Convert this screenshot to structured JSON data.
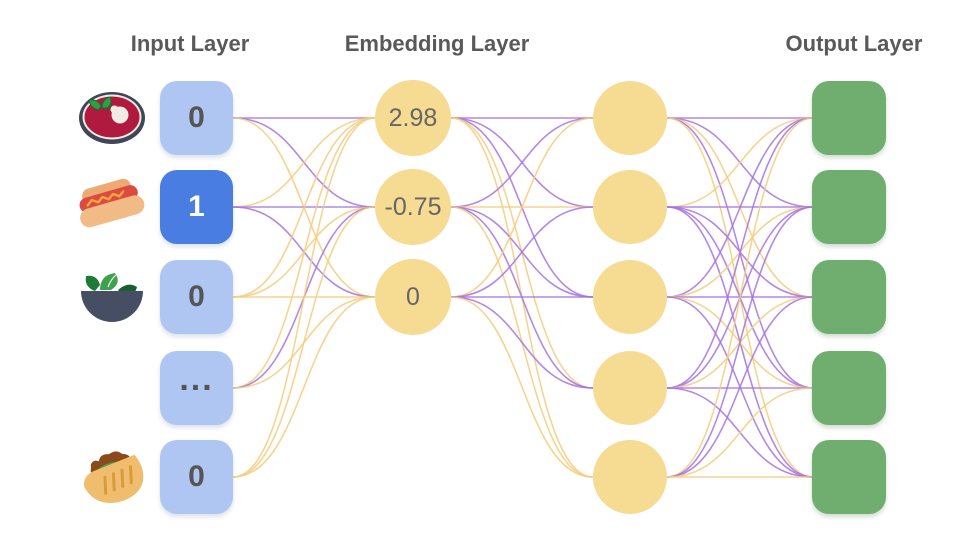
{
  "titles": {
    "input": "Input Layer",
    "embedding": "Embedding Layer",
    "output": "Output Layer"
  },
  "colors": {
    "edge_purple": "#a673e2",
    "edge_gold": "#f5cd7c",
    "input_box": "#aec6f1",
    "input_box_active": "#4a7de2",
    "node_yellow": "#f6db93",
    "output_green": "#6fae6f",
    "title_text": "#595959",
    "value_text": "#555555",
    "active_value_text": "#ffffff",
    "embedding_value_text": "#666666"
  },
  "input_layer": {
    "nodes": [
      {
        "value": "0",
        "icon": "borscht-soup",
        "active": false
      },
      {
        "value": "1",
        "icon": "hot-dog",
        "active": true
      },
      {
        "value": "0",
        "icon": "green-salad",
        "active": false
      },
      {
        "value": "...",
        "icon": "none",
        "active": false
      },
      {
        "value": "0",
        "icon": "stuffed-flatbread",
        "active": false
      }
    ]
  },
  "embedding_layer": {
    "nodes": [
      {
        "value": "2.98"
      },
      {
        "value": "-0.75"
      },
      {
        "value": "0"
      }
    ]
  },
  "hidden_layer": {
    "node_count": 5
  },
  "output_layer": {
    "node_count": 5
  },
  "edges": {
    "input_embedding": [
      {
        "from": 0,
        "to": 0,
        "c": "p"
      },
      {
        "from": 0,
        "to": 1,
        "c": "p"
      },
      {
        "from": 0,
        "to": 2,
        "c": "g"
      },
      {
        "from": 1,
        "to": 0,
        "c": "g"
      },
      {
        "from": 1,
        "to": 1,
        "c": "p"
      },
      {
        "from": 1,
        "to": 2,
        "c": "p"
      },
      {
        "from": 2,
        "to": 0,
        "c": "g"
      },
      {
        "from": 2,
        "to": 1,
        "c": "g"
      },
      {
        "from": 2,
        "to": 2,
        "c": "g"
      },
      {
        "from": 3,
        "to": 0,
        "c": "g"
      },
      {
        "from": 3,
        "to": 1,
        "c": "p"
      },
      {
        "from": 3,
        "to": 2,
        "c": "g"
      },
      {
        "from": 4,
        "to": 0,
        "c": "g"
      },
      {
        "from": 4,
        "to": 1,
        "c": "g"
      },
      {
        "from": 4,
        "to": 2,
        "c": "g"
      }
    ],
    "embedding_hidden": [
      {
        "from": 0,
        "to": 0,
        "c": "p"
      },
      {
        "from": 0,
        "to": 1,
        "c": "p"
      },
      {
        "from": 0,
        "to": 2,
        "c": "p"
      },
      {
        "from": 0,
        "to": 3,
        "c": "g"
      },
      {
        "from": 0,
        "to": 4,
        "c": "g"
      },
      {
        "from": 1,
        "to": 0,
        "c": "p"
      },
      {
        "from": 1,
        "to": 1,
        "c": "g"
      },
      {
        "from": 1,
        "to": 2,
        "c": "p"
      },
      {
        "from": 1,
        "to": 3,
        "c": "p"
      },
      {
        "from": 1,
        "to": 4,
        "c": "g"
      },
      {
        "from": 2,
        "to": 0,
        "c": "g"
      },
      {
        "from": 2,
        "to": 1,
        "c": "p"
      },
      {
        "from": 2,
        "to": 2,
        "c": "p"
      },
      {
        "from": 2,
        "to": 3,
        "c": "p"
      },
      {
        "from": 2,
        "to": 4,
        "c": "g"
      }
    ],
    "hidden_output": [
      {
        "from": 0,
        "to": 0,
        "c": "p"
      },
      {
        "from": 0,
        "to": 1,
        "c": "p"
      },
      {
        "from": 0,
        "to": 2,
        "c": "g"
      },
      {
        "from": 0,
        "to": 3,
        "c": "p"
      },
      {
        "from": 0,
        "to": 4,
        "c": "g"
      },
      {
        "from": 1,
        "to": 0,
        "c": "g"
      },
      {
        "from": 1,
        "to": 1,
        "c": "p"
      },
      {
        "from": 1,
        "to": 2,
        "c": "p"
      },
      {
        "from": 1,
        "to": 3,
        "c": "p"
      },
      {
        "from": 1,
        "to": 4,
        "c": "p"
      },
      {
        "from": 2,
        "to": 0,
        "c": "p"
      },
      {
        "from": 2,
        "to": 1,
        "c": "g"
      },
      {
        "from": 2,
        "to": 2,
        "c": "p"
      },
      {
        "from": 2,
        "to": 3,
        "c": "g"
      },
      {
        "from": 2,
        "to": 4,
        "c": "p"
      },
      {
        "from": 3,
        "to": 0,
        "c": "p"
      },
      {
        "from": 3,
        "to": 1,
        "c": "p"
      },
      {
        "from": 3,
        "to": 2,
        "c": "g"
      },
      {
        "from": 3,
        "to": 3,
        "c": "p"
      },
      {
        "from": 3,
        "to": 4,
        "c": "p"
      },
      {
        "from": 4,
        "to": 0,
        "c": "g"
      },
      {
        "from": 4,
        "to": 1,
        "c": "p"
      },
      {
        "from": 4,
        "to": 2,
        "c": "p"
      },
      {
        "from": 4,
        "to": 3,
        "c": "g"
      },
      {
        "from": 4,
        "to": 4,
        "c": "g"
      }
    ]
  }
}
